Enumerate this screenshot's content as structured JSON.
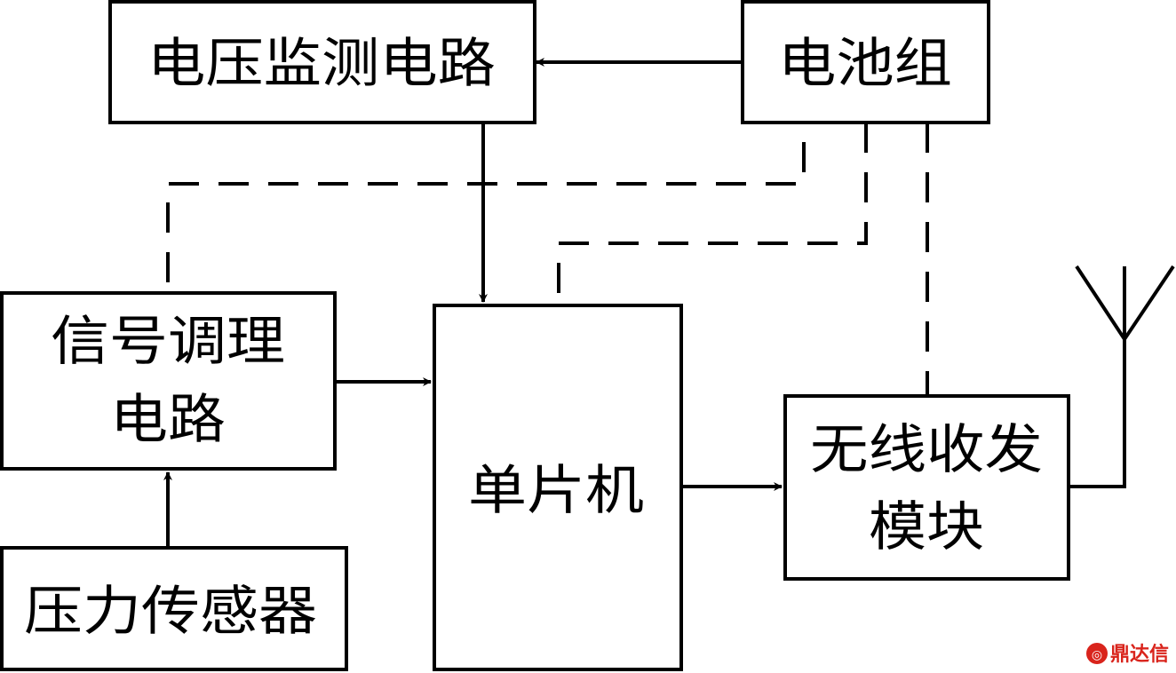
{
  "blocks": {
    "voltage_monitor": {
      "label": "电压监测电路"
    },
    "battery": {
      "label": "电池组"
    },
    "signal_conditioning": {
      "label_line1": "信号调理",
      "label_line2": "电路"
    },
    "mcu": {
      "label": "单片机"
    },
    "wireless_module": {
      "label_line1": "无线收发",
      "label_line2": "模块"
    },
    "pressure_sensor": {
      "label": "压力传感器"
    }
  },
  "watermark": {
    "text": "鼎达信",
    "color": "#d9241c"
  },
  "colors": {
    "stroke": "#000000",
    "background": "#ffffff"
  }
}
